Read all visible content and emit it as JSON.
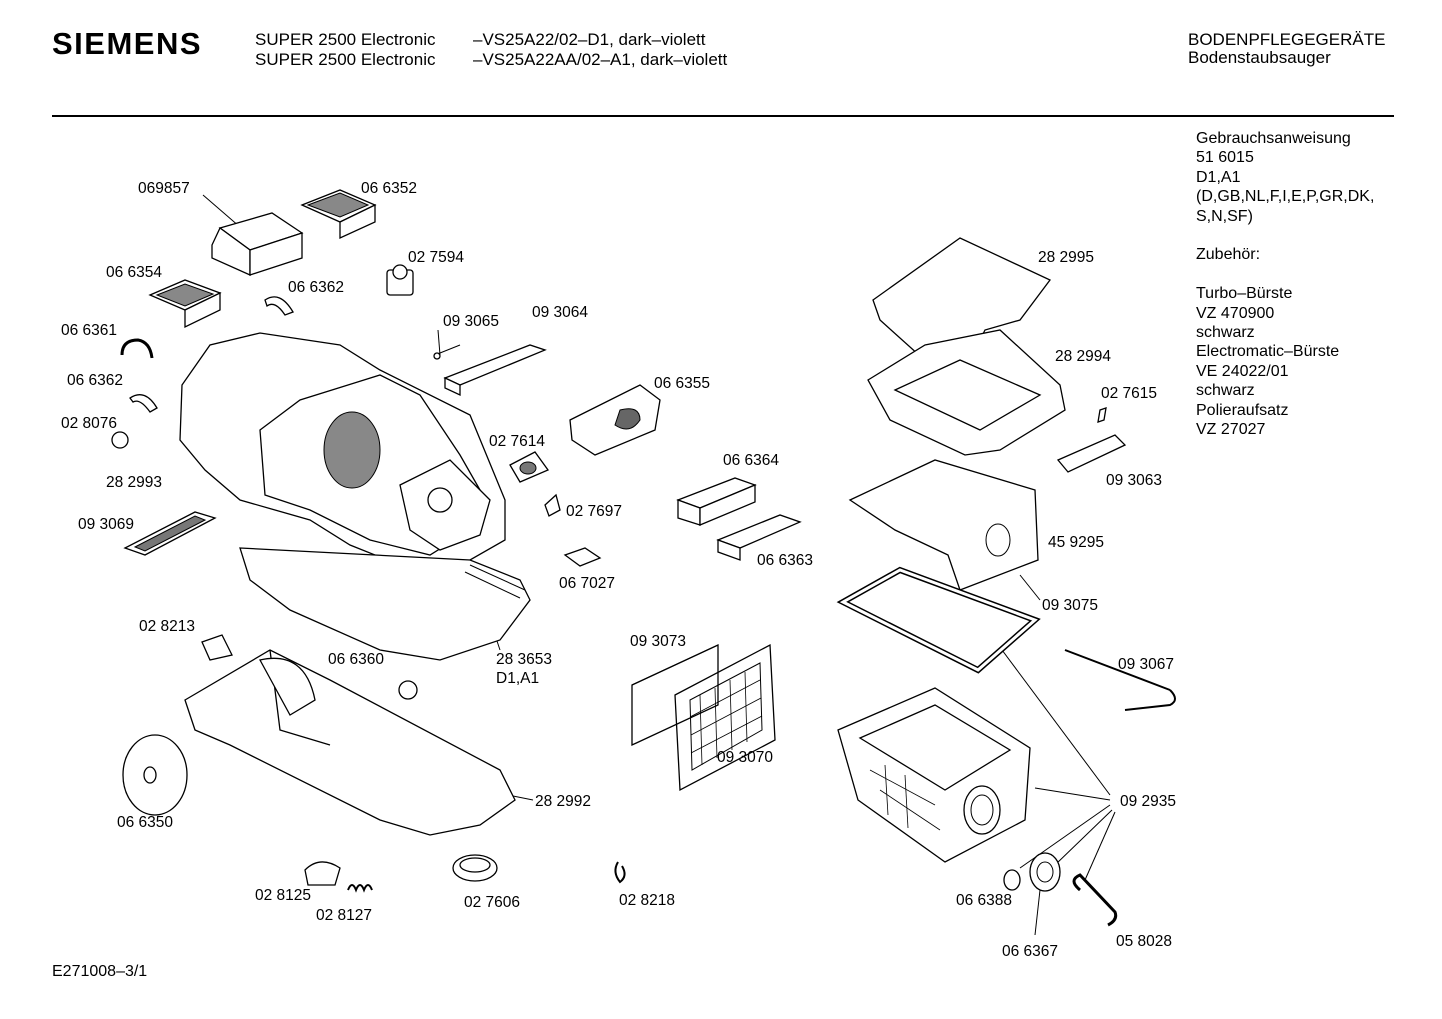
{
  "header": {
    "brand": "SIEMENS",
    "model_line_1_name": "SUPER 2500 Electronic",
    "model_line_1_code": "–VS25A22/02–D1, dark–violett",
    "model_line_2_name": "SUPER 2500 Electronic",
    "model_line_2_code": "–VS25A22AA/02–A1, dark–violett",
    "category_1": "BODENPFLEGEGERÄTE",
    "category_2": "Bodenstaubsauger"
  },
  "notes": {
    "text": "Gebrauchsanweisung\n51 6015\nD1,A1\n(D,GB,NL,F,I,E,P,GR,DK,\nS,N,SF)\n\nZubehör:\n\nTurbo–Bürste\nVZ 470900\nschwarz\nElectromatic–Bürste\nVE 24022/01\nschwarz\nPolieraufsatz\nVZ 27027"
  },
  "parts": [
    {
      "id": "p1",
      "label": "069857"
    },
    {
      "id": "p2",
      "label": "06 6352"
    },
    {
      "id": "p3",
      "label": "02 7594"
    },
    {
      "id": "p4",
      "label": "06 6354"
    },
    {
      "id": "p5",
      "label": "06 6362"
    },
    {
      "id": "p6",
      "label": "06 6361"
    },
    {
      "id": "p7",
      "label": "09 3065"
    },
    {
      "id": "p8",
      "label": "09 3064"
    },
    {
      "id": "p9",
      "label": "06 6362"
    },
    {
      "id": "p10",
      "label": "02 8076"
    },
    {
      "id": "p11",
      "label": "06 6355"
    },
    {
      "id": "p12",
      "label": "02 7614"
    },
    {
      "id": "p13",
      "label": "28 2993"
    },
    {
      "id": "p14",
      "label": "06 6364"
    },
    {
      "id": "p15",
      "label": "02 7697"
    },
    {
      "id": "p16",
      "label": "09 3069"
    },
    {
      "id": "p17",
      "label": "06 6363"
    },
    {
      "id": "p18",
      "label": "06 7027"
    },
    {
      "id": "p19",
      "label": "28 2995"
    },
    {
      "id": "p20",
      "label": "28 2994"
    },
    {
      "id": "p21",
      "label": "02 7615"
    },
    {
      "id": "p22",
      "label": "09 3063"
    },
    {
      "id": "p23",
      "label": "45 9295"
    },
    {
      "id": "p24",
      "label": "09 3075"
    },
    {
      "id": "p25",
      "label": "02 8213"
    },
    {
      "id": "p26",
      "label": "06 6360"
    },
    {
      "id": "p27",
      "label": "28 3653"
    },
    {
      "id": "p28",
      "label": "D1,A1"
    },
    {
      "id": "p29",
      "label": "09 3073"
    },
    {
      "id": "p30",
      "label": "09 3067"
    },
    {
      "id": "p31",
      "label": "09 3070"
    },
    {
      "id": "p32",
      "label": "28 2992"
    },
    {
      "id": "p33",
      "label": "09 2935"
    },
    {
      "id": "p34",
      "label": "06 6350"
    },
    {
      "id": "p35",
      "label": "02 8125"
    },
    {
      "id": "p36",
      "label": "02 8127"
    },
    {
      "id": "p37",
      "label": "02 7606"
    },
    {
      "id": "p38",
      "label": "02 8218"
    },
    {
      "id": "p39",
      "label": "06 6388"
    },
    {
      "id": "p40",
      "label": "06 6367"
    },
    {
      "id": "p41",
      "label": "05 8028"
    }
  ],
  "footer": {
    "drawing_id": "E271008–3/1"
  }
}
